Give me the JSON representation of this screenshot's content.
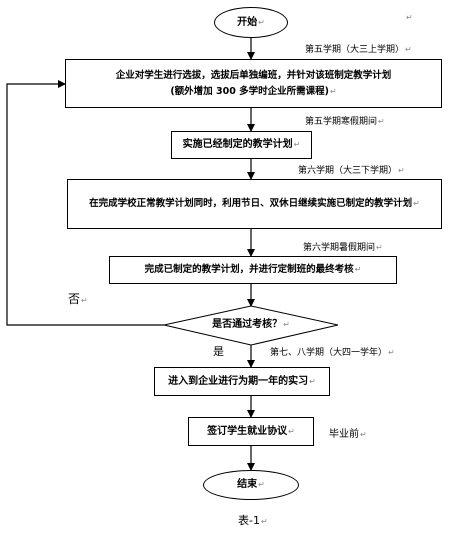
{
  "return_mark": "↵",
  "nodes": {
    "start": "开始",
    "plan_select": "企业对学生进行选拔，选拔后单独编班，并针对该班制定教学计划",
    "plan_select_sub": "(额外增加 300 多学时企业所需课程)",
    "implement": "实施已经制定的教学计划",
    "continue": "在完成学校正常教学计划同时，利用节日、双休日继续实施已制定的教学计划",
    "finish": "完成已制定的教学计划，并进行定制班的最终考核",
    "decision": "是否通过考核？",
    "internship": "进入到企业进行为期一年的实习",
    "agreement": "签订学生就业协议",
    "end": "结束"
  },
  "notes": {
    "sem5": "第五学期（大三上学期）",
    "sem5_winter": "第五学期寒假期间",
    "sem6": "第六学期（大三下学期）",
    "sem6_summer": "第六学期暑假期间",
    "sem78": "第七、八学期（大四一学年）",
    "before_grad": "毕业前"
  },
  "branch": {
    "no": "否",
    "yes": "是"
  },
  "caption": "表-1"
}
